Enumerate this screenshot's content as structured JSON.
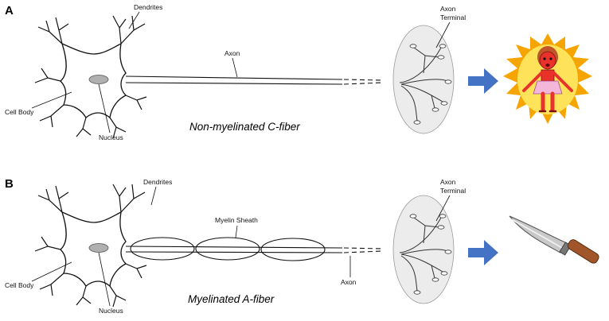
{
  "panel_a": {
    "letter": "A",
    "dendrites": "Dendrites",
    "cell_body": "Cell Body",
    "nucleus": "Nucleus",
    "axon": "Axon",
    "axon_terminal_1": "Axon",
    "axon_terminal_2": "Terminal",
    "caption": "Non-myelinated C-fiber"
  },
  "panel_b": {
    "letter": "B",
    "dendrites": "Dendrites",
    "cell_body": "Cell Body",
    "nucleus": "Nucleus",
    "myelin": "Myelin Sheath",
    "axon": "Axon",
    "axon_terminal_1": "Axon",
    "axon_terminal_2": "Terminal",
    "caption": "Myelinated A-fiber"
  },
  "colors": {
    "arrow": "#4472c4",
    "terminal_fill": "#ececec",
    "nucleus_fill": "#b0b0b0",
    "burn_glow": "#f5a400",
    "burn_inner": "#fde25a",
    "figure_skin": "#e8322a",
    "dress": "#f4b6d9",
    "blade": "#c9c9c9",
    "handle": "#a0562a"
  },
  "icons": [
    "right-arrow-icon",
    "burning-child-icon",
    "knife-icon"
  ]
}
